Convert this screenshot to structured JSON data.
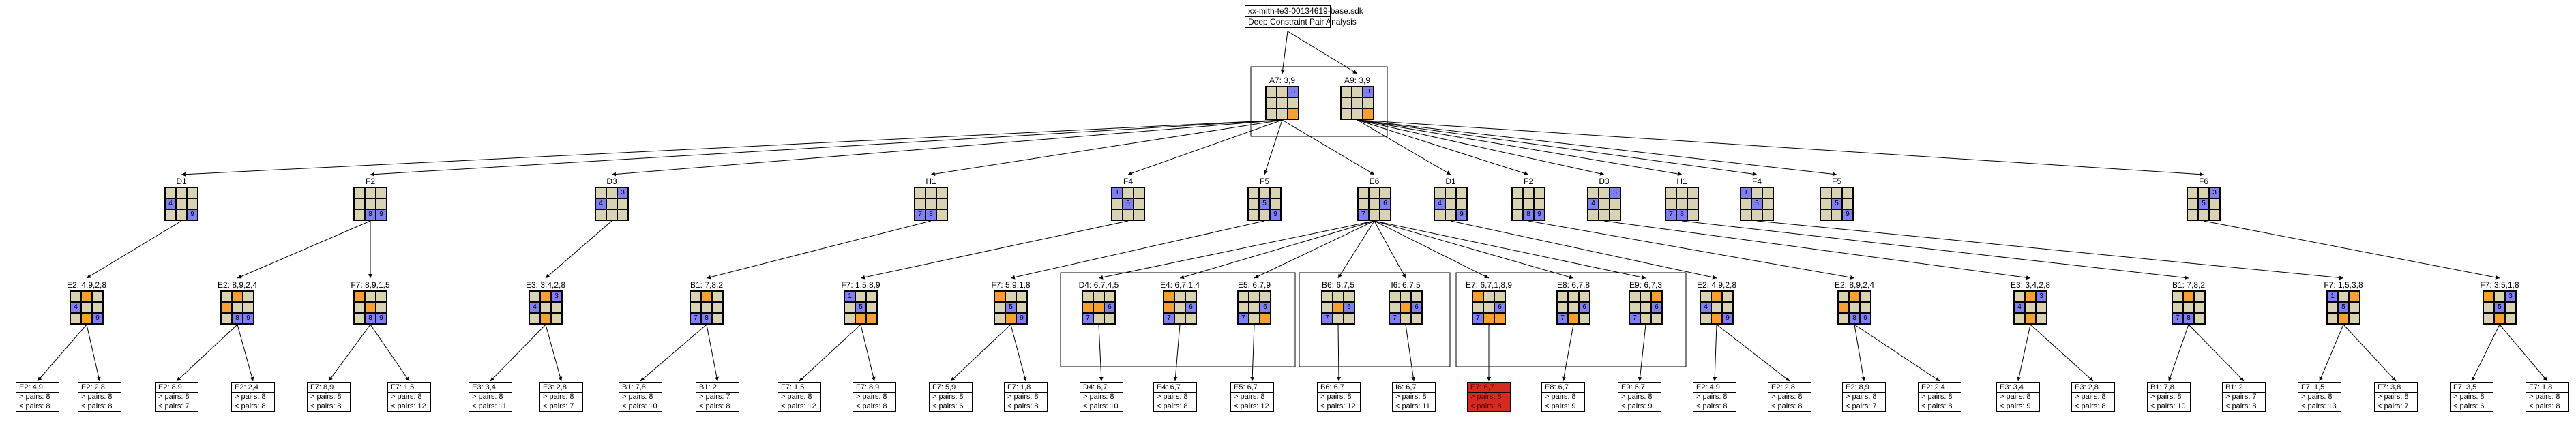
{
  "colors": {
    "cell": "#d9d3b4",
    "blue": "#8080f0",
    "orange": "#f5a030",
    "failed_leaf": "#d42a20",
    "edge": "#000000"
  },
  "root": {
    "title": "xx-mith-te3-00134619-base.sdk",
    "subtitle": "Deep Constraint Pair Analysis"
  },
  "level1": [
    {
      "label": "A7: 3,9",
      "cells": {
        "3": [
          "blue",
          "3"
        ],
        "9": [
          "orange",
          ""
        ]
      }
    },
    {
      "label": "A9: 3,9",
      "cells": {
        "3": [
          "blue",
          "3"
        ],
        "9": [
          "orange",
          ""
        ]
      }
    }
  ],
  "level2": [
    {
      "label": "D1",
      "cells": {
        "4": [
          "blue",
          "4"
        ],
        "9": [
          "blue",
          "9"
        ]
      }
    },
    {
      "label": "F2",
      "cells": {
        "8": [
          "blue",
          "8"
        ],
        "9": [
          "blue",
          "9"
        ]
      }
    },
    {
      "label": "D3",
      "cells": {
        "3": [
          "blue",
          "3"
        ],
        "4": [
          "blue",
          "4"
        ]
      }
    },
    {
      "label": "H1",
      "cells": {
        "7": [
          "blue",
          "7"
        ],
        "8": [
          "blue",
          "8"
        ]
      }
    },
    {
      "label": "F4",
      "cells": {
        "1": [
          "blue",
          "1"
        ],
        "5": [
          "blue",
          "5"
        ]
      }
    },
    {
      "label": "F5",
      "cells": {
        "5": [
          "blue",
          "5"
        ],
        "9": [
          "blue",
          "9"
        ]
      }
    },
    {
      "label": "E6",
      "cells": {
        "6": [
          "blue",
          "6"
        ],
        "7": [
          "blue",
          "7"
        ]
      }
    },
    {
      "label": "D1",
      "cells": {
        "4": [
          "blue",
          "4"
        ],
        "9": [
          "blue",
          "9"
        ]
      }
    },
    {
      "label": "F2",
      "cells": {
        "8": [
          "blue",
          "8"
        ],
        "9": [
          "blue",
          "9"
        ]
      }
    },
    {
      "label": "D3",
      "cells": {
        "3": [
          "blue",
          "3"
        ],
        "4": [
          "blue",
          "4"
        ]
      }
    },
    {
      "label": "H1",
      "cells": {
        "7": [
          "blue",
          "7"
        ],
        "8": [
          "blue",
          "8"
        ]
      }
    },
    {
      "label": "F4",
      "cells": {
        "1": [
          "blue",
          "1"
        ],
        "5": [
          "blue",
          "5"
        ]
      }
    },
    {
      "label": "F5",
      "cells": {
        "5": [
          "blue",
          "5"
        ],
        "9": [
          "blue",
          "9"
        ]
      }
    },
    {
      "label": "F6",
      "cells": {
        "3": [
          "blue",
          "3"
        ],
        "5": [
          "blue",
          "5"
        ]
      }
    }
  ],
  "level3": [
    {
      "label": "E2: 4,9,2,8",
      "cells": {
        "2": [
          "orange",
          ""
        ],
        "4": [
          "blue",
          "4"
        ],
        "8": [
          "orange",
          ""
        ],
        "9": [
          "blue",
          "9"
        ]
      }
    },
    {
      "label": "E2: 8,9,2,4",
      "cells": {
        "2": [
          "orange",
          ""
        ],
        "4": [
          "orange",
          ""
        ],
        "8": [
          "blue",
          "8"
        ],
        "9": [
          "blue",
          "9"
        ]
      }
    },
    {
      "label": "F7: 8,9,1,5",
      "cells": {
        "1": [
          "orange",
          ""
        ],
        "5": [
          "orange",
          ""
        ],
        "8": [
          "blue",
          "8"
        ],
        "9": [
          "blue",
          "9"
        ]
      }
    },
    {
      "label": "E3: 3,4,2,8",
      "cells": {
        "2": [
          "orange",
          ""
        ],
        "3": [
          "blue",
          "3"
        ],
        "4": [
          "blue",
          "4"
        ],
        "8": [
          "orange",
          ""
        ]
      }
    },
    {
      "label": "B1: 7,8,2",
      "cells": {
        "2": [
          "orange",
          ""
        ],
        "7": [
          "blue",
          "7"
        ],
        "8": [
          "blue",
          "8"
        ]
      }
    },
    {
      "label": "F7: 1,5,8,9",
      "cells": {
        "1": [
          "blue",
          "1"
        ],
        "5": [
          "blue",
          "5"
        ],
        "8": [
          "orange",
          ""
        ],
        "9": [
          "orange",
          ""
        ]
      }
    },
    {
      "label": "F7: 5,9,1,8",
      "cells": {
        "1": [
          "orange",
          ""
        ],
        "5": [
          "blue",
          "5"
        ],
        "8": [
          "orange",
          ""
        ],
        "9": [
          "blue",
          "9"
        ]
      }
    },
    {
      "label": "D4: 6,7,4,5",
      "cells": {
        "4": [
          "orange",
          ""
        ],
        "5": [
          "orange",
          ""
        ],
        "6": [
          "blue",
          "6"
        ],
        "7": [
          "blue",
          "7"
        ]
      }
    },
    {
      "label": "E4: 6,7,1,4",
      "cells": {
        "1": [
          "orange",
          ""
        ],
        "4": [
          "orange",
          ""
        ],
        "6": [
          "blue",
          "6"
        ],
        "7": [
          "blue",
          "7"
        ]
      }
    },
    {
      "label": "E5: 6,7,9",
      "cells": {
        "6": [
          "blue",
          "6"
        ],
        "7": [
          "blue",
          "7"
        ],
        "9": [
          "orange",
          ""
        ]
      }
    },
    {
      "label": "B6: 6,7,5",
      "cells": {
        "5": [
          "orange",
          ""
        ],
        "6": [
          "blue",
          "6"
        ],
        "7": [
          "blue",
          "7"
        ]
      }
    },
    {
      "label": "I6: 6,7,5",
      "cells": {
        "5": [
          "orange",
          ""
        ],
        "6": [
          "blue",
          "6"
        ],
        "7": [
          "blue",
          "7"
        ]
      }
    },
    {
      "label": "E7: 6,7,1,8,9",
      "cells": {
        "1": [
          "orange",
          ""
        ],
        "6": [
          "blue",
          "6"
        ],
        "7": [
          "blue",
          "7"
        ],
        "8": [
          "orange",
          ""
        ],
        "9": [
          "orange",
          ""
        ]
      }
    },
    {
      "label": "E8: 6,7,8",
      "cells": {
        "6": [
          "blue",
          "6"
        ],
        "7": [
          "blue",
          "7"
        ],
        "8": [
          "orange",
          ""
        ]
      }
    },
    {
      "label": "E9: 6,7,3",
      "cells": {
        "3": [
          "orange",
          ""
        ],
        "6": [
          "blue",
          "6"
        ],
        "7": [
          "blue",
          "7"
        ]
      }
    },
    {
      "label": "E2: 4,9,2,8",
      "cells": {
        "2": [
          "orange",
          ""
        ],
        "4": [
          "blue",
          "4"
        ],
        "8": [
          "orange",
          ""
        ],
        "9": [
          "blue",
          "9"
        ]
      }
    },
    {
      "label": "E2: 8,9,2,4",
      "cells": {
        "2": [
          "orange",
          ""
        ],
        "4": [
          "orange",
          ""
        ],
        "8": [
          "blue",
          "8"
        ],
        "9": [
          "blue",
          "9"
        ]
      }
    },
    {
      "label": "E3: 3,4,2,8",
      "cells": {
        "2": [
          "orange",
          ""
        ],
        "3": [
          "blue",
          "3"
        ],
        "4": [
          "blue",
          "4"
        ],
        "8": [
          "orange",
          ""
        ]
      }
    },
    {
      "label": "B1: 7,8,2",
      "cells": {
        "2": [
          "orange",
          ""
        ],
        "7": [
          "blue",
          "7"
        ],
        "8": [
          "blue",
          "8"
        ]
      }
    },
    {
      "label": "F7: 1,5,3,8",
      "cells": {
        "1": [
          "blue",
          "1"
        ],
        "3": [
          "orange",
          ""
        ],
        "5": [
          "blue",
          "5"
        ],
        "8": [
          "orange",
          ""
        ]
      }
    },
    {
      "label": "F7: 3,5,1,8",
      "cells": {
        "1": [
          "orange",
          ""
        ],
        "3": [
          "blue",
          "3"
        ],
        "5": [
          "blue",
          "5"
        ],
        "8": [
          "orange",
          ""
        ]
      }
    }
  ],
  "leaves": [
    {
      "label": "E2: 4,9",
      "pairs_gt": "> pairs: 8",
      "pairs_lt": "< pairs: 8"
    },
    {
      "label": "E2: 2,8",
      "pairs_gt": "> pairs: 8",
      "pairs_lt": "< pairs: 8"
    },
    {
      "label": "E2: 8,9",
      "pairs_gt": "> pairs: 8",
      "pairs_lt": "< pairs: 7"
    },
    {
      "label": "E2: 2,4",
      "pairs_gt": "> pairs: 8",
      "pairs_lt": "< pairs: 8"
    },
    {
      "label": "F7: 8,9",
      "pairs_gt": "> pairs: 8",
      "pairs_lt": "< pairs: 8"
    },
    {
      "label": "F7: 1,5",
      "pairs_gt": "> pairs: 8",
      "pairs_lt": "< pairs: 12"
    },
    {
      "label": "E3: 3,4",
      "pairs_gt": "> pairs: 8",
      "pairs_lt": "< pairs: 11"
    },
    {
      "label": "E3: 2,8",
      "pairs_gt": "> pairs: 8",
      "pairs_lt": "< pairs: 7"
    },
    {
      "label": "B1: 7,8",
      "pairs_gt": "> pairs: 8",
      "pairs_lt": "< pairs: 10"
    },
    {
      "label": "B1: 2",
      "pairs_gt": "> pairs: 7",
      "pairs_lt": "< pairs: 8"
    },
    {
      "label": "F7: 1,5",
      "pairs_gt": "> pairs: 8",
      "pairs_lt": "< pairs: 12"
    },
    {
      "label": "F7: 8,9",
      "pairs_gt": "> pairs: 8",
      "pairs_lt": "< pairs: 8"
    },
    {
      "label": "F7: 5,9",
      "pairs_gt": "> pairs: 8",
      "pairs_lt": "< pairs: 6"
    },
    {
      "label": "F7: 1,8",
      "pairs_gt": "> pairs: 8",
      "pairs_lt": "< pairs: 8"
    },
    {
      "label": "D4: 6,7",
      "pairs_gt": "> pairs: 8",
      "pairs_lt": "< pairs: 10"
    },
    {
      "label": "E4: 6,7",
      "pairs_gt": "> pairs: 8",
      "pairs_lt": "< pairs: 8"
    },
    {
      "label": "E5: 6,7",
      "pairs_gt": "> pairs: 8",
      "pairs_lt": "< pairs: 12"
    },
    {
      "label": "B6: 6,7",
      "pairs_gt": "> pairs: 8",
      "pairs_lt": "< pairs: 12"
    },
    {
      "label": "I6: 6,7",
      "pairs_gt": "> pairs: 8",
      "pairs_lt": "< pairs: 11"
    },
    {
      "label": "E7: 6,7",
      "pairs_gt": "> pairs: 8",
      "pairs_lt": "< pairs: 8",
      "failed": true
    },
    {
      "label": "E8: 6,7",
      "pairs_gt": "> pairs: 8",
      "pairs_lt": "< pairs: 9"
    },
    {
      "label": "E9: 6,7",
      "pairs_gt": "> pairs: 8",
      "pairs_lt": "< pairs: 9"
    },
    {
      "label": "E2: 4,9",
      "pairs_gt": "> pairs: 8",
      "pairs_lt": "< pairs: 8"
    },
    {
      "label": "E2: 2,8",
      "pairs_gt": "> pairs: 8",
      "pairs_lt": "< pairs: 8"
    },
    {
      "label": "E2: 8,9",
      "pairs_gt": "> pairs: 8",
      "pairs_lt": "< pairs: 7"
    },
    {
      "label": "E2: 2,4",
      "pairs_gt": "> pairs: 8",
      "pairs_lt": "< pairs: 8"
    },
    {
      "label": "E3: 3,4",
      "pairs_gt": "> pairs: 8",
      "pairs_lt": "< pairs: 9"
    },
    {
      "label": "E3: 2,8",
      "pairs_gt": "> pairs: 8",
      "pairs_lt": "< pairs: 8"
    },
    {
      "label": "B1: 7,8",
      "pairs_gt": "> pairs: 8",
      "pairs_lt": "< pairs: 10"
    },
    {
      "label": "B1: 2",
      "pairs_gt": "> pairs: 7",
      "pairs_lt": "< pairs: 8"
    },
    {
      "label": "F7: 1,5",
      "pairs_gt": "> pairs: 8",
      "pairs_lt": "< pairs: 13"
    },
    {
      "label": "F7: 3,8",
      "pairs_gt": "> pairs: 8",
      "pairs_lt": "< pairs: 7"
    },
    {
      "label": "F7: 3,5",
      "pairs_gt": "> pairs: 8",
      "pairs_lt": "< pairs: 6"
    },
    {
      "label": "F7: 1,8",
      "pairs_gt": "> pairs: 8",
      "pairs_lt": "< pairs: 8"
    }
  ]
}
